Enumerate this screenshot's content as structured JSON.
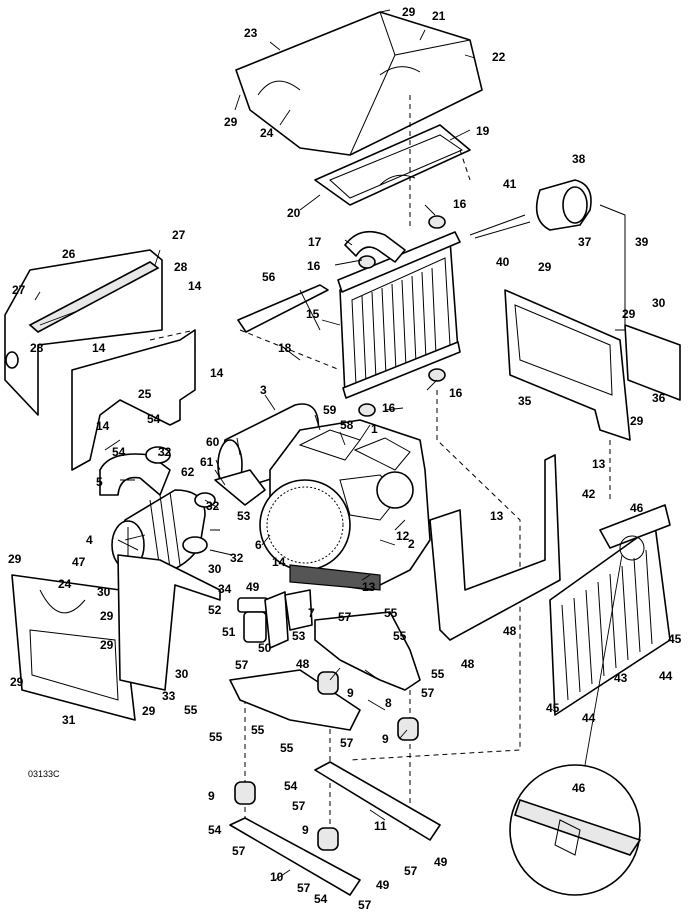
{
  "drawing_code": "03133C",
  "labels": {
    "p1": "1",
    "p2": "2",
    "p3": "3",
    "p4": "4",
    "p5": "5",
    "p6": "6",
    "p7": "7",
    "p8": "8",
    "p9": "9",
    "p10": "10",
    "p11": "11",
    "p12": "12",
    "p13": "13",
    "p14": "14",
    "p15": "15",
    "p16": "16",
    "p17": "17",
    "p18": "18",
    "p19": "19",
    "p20": "20",
    "p21": "21",
    "p22": "22",
    "p23": "23",
    "p24": "24",
    "p25": "25",
    "p26": "26",
    "p27": "27",
    "p28": "28",
    "p29": "29",
    "p30": "30",
    "p31": "31",
    "p32": "32",
    "p33": "33",
    "p34": "34",
    "p35": "35",
    "p36": "36",
    "p37": "37",
    "p38": "38",
    "p39": "39",
    "p40": "40",
    "p41": "41",
    "p42": "42",
    "p43": "43",
    "p44": "44",
    "p45": "45",
    "p46": "46",
    "p47": "47",
    "p48": "48",
    "p49": "49",
    "p50": "50",
    "p51": "51",
    "p52": "52",
    "p53": "53",
    "p54": "54",
    "p55": "55",
    "p56": "56",
    "p57": "57",
    "p58": "58",
    "p59": "59",
    "p60": "60",
    "p61": "61",
    "p62": "62"
  }
}
